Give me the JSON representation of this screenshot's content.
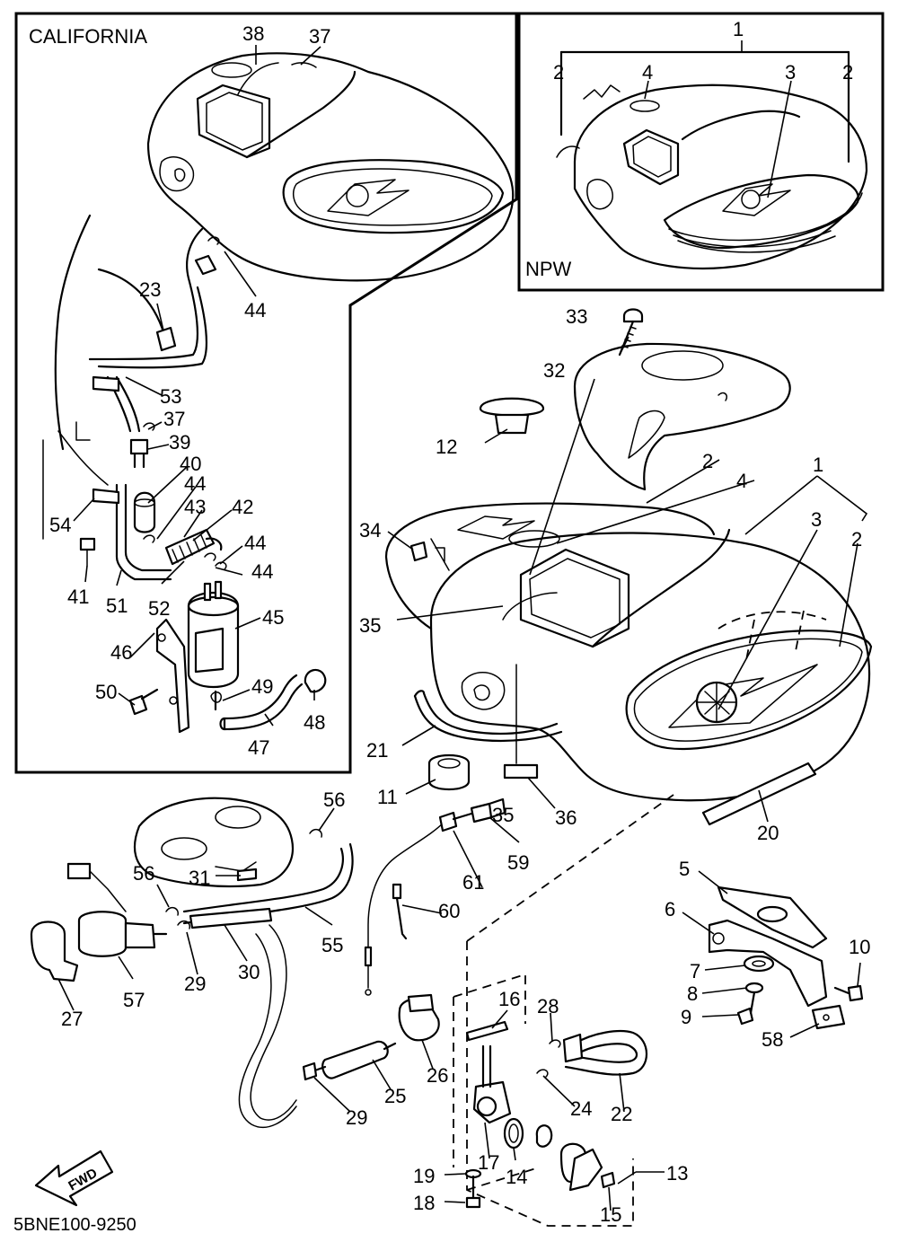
{
  "diagram": {
    "california_label": "CALIFORNIA",
    "npw_label": "NPW",
    "catalog_code": "5BNE100-9250",
    "fwd_label": "FWD"
  },
  "callouts": {
    "c1": "1",
    "c2": "2",
    "c3": "3",
    "c4": "4",
    "c5": "5",
    "c6": "6",
    "c7": "7",
    "c8": "8",
    "c9": "9",
    "c10": "10",
    "c11": "11",
    "c12": "12",
    "c13": "13",
    "c14": "14",
    "c15": "15",
    "c16": "16",
    "c17": "17",
    "c18": "18",
    "c19": "19",
    "c20": "20",
    "c21": "21",
    "c22": "22",
    "c23": "23",
    "c24": "24",
    "c25": "25",
    "c26": "26",
    "c27": "27",
    "c28": "28",
    "c29": "29",
    "c30": "30",
    "c31": "31",
    "c32": "32",
    "c33": "33",
    "c34": "34",
    "c35": "35",
    "c36": "36",
    "c37": "37",
    "c38": "38",
    "c39": "39",
    "c40": "40",
    "c41": "41",
    "c42": "42",
    "c43": "43",
    "c44": "44",
    "c45": "45",
    "c46": "46",
    "c47": "47",
    "c48": "48",
    "c49": "49",
    "c50": "50",
    "c51": "51",
    "c52": "52",
    "c53": "53",
    "c54": "54",
    "c55": "55",
    "c56": "56",
    "c57": "57",
    "c58": "58",
    "c59": "59",
    "c60": "60",
    "c61": "61"
  }
}
